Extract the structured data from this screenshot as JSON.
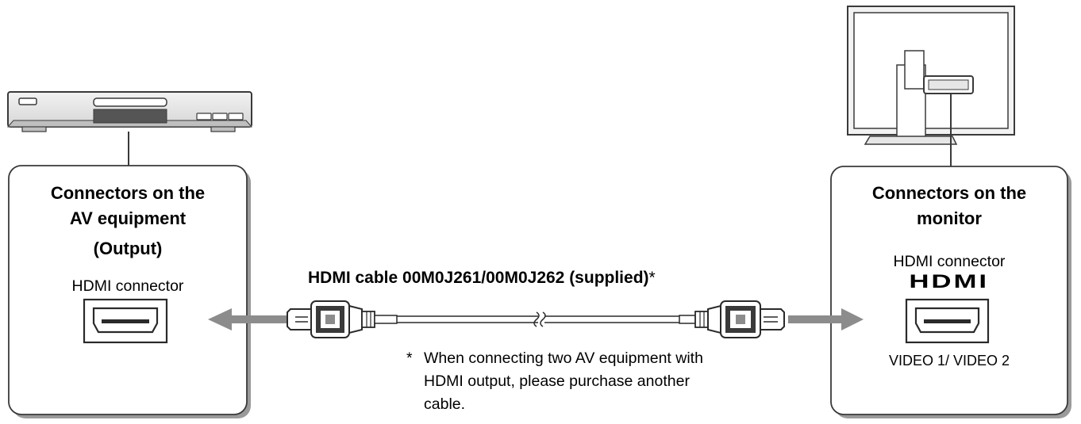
{
  "left_panel": {
    "title_line1": "Connectors on the",
    "title_line2": "AV equipment",
    "title_line3": "(Output)",
    "connector_label": "HDMI connector"
  },
  "right_panel": {
    "title_line1": "Connectors on the",
    "title_line2": "monitor",
    "connector_label": "HDMI connector",
    "logo_text": "HDMI",
    "ports_label": "VIDEO 1/ VIDEO 2"
  },
  "cable": {
    "label": "HDMI cable 00M0J261/00M0J262 (supplied)",
    "marker": "*"
  },
  "footnote": {
    "marker": "*",
    "line1": "When connecting two AV equipment with",
    "line2": "HDMI output, please purchase another",
    "line3": "cable."
  },
  "colors": {
    "arrow": "#8c8c8c",
    "outline": "#3a3a3a",
    "device_fill": "#e6e6e6",
    "device_dark": "#555555"
  }
}
